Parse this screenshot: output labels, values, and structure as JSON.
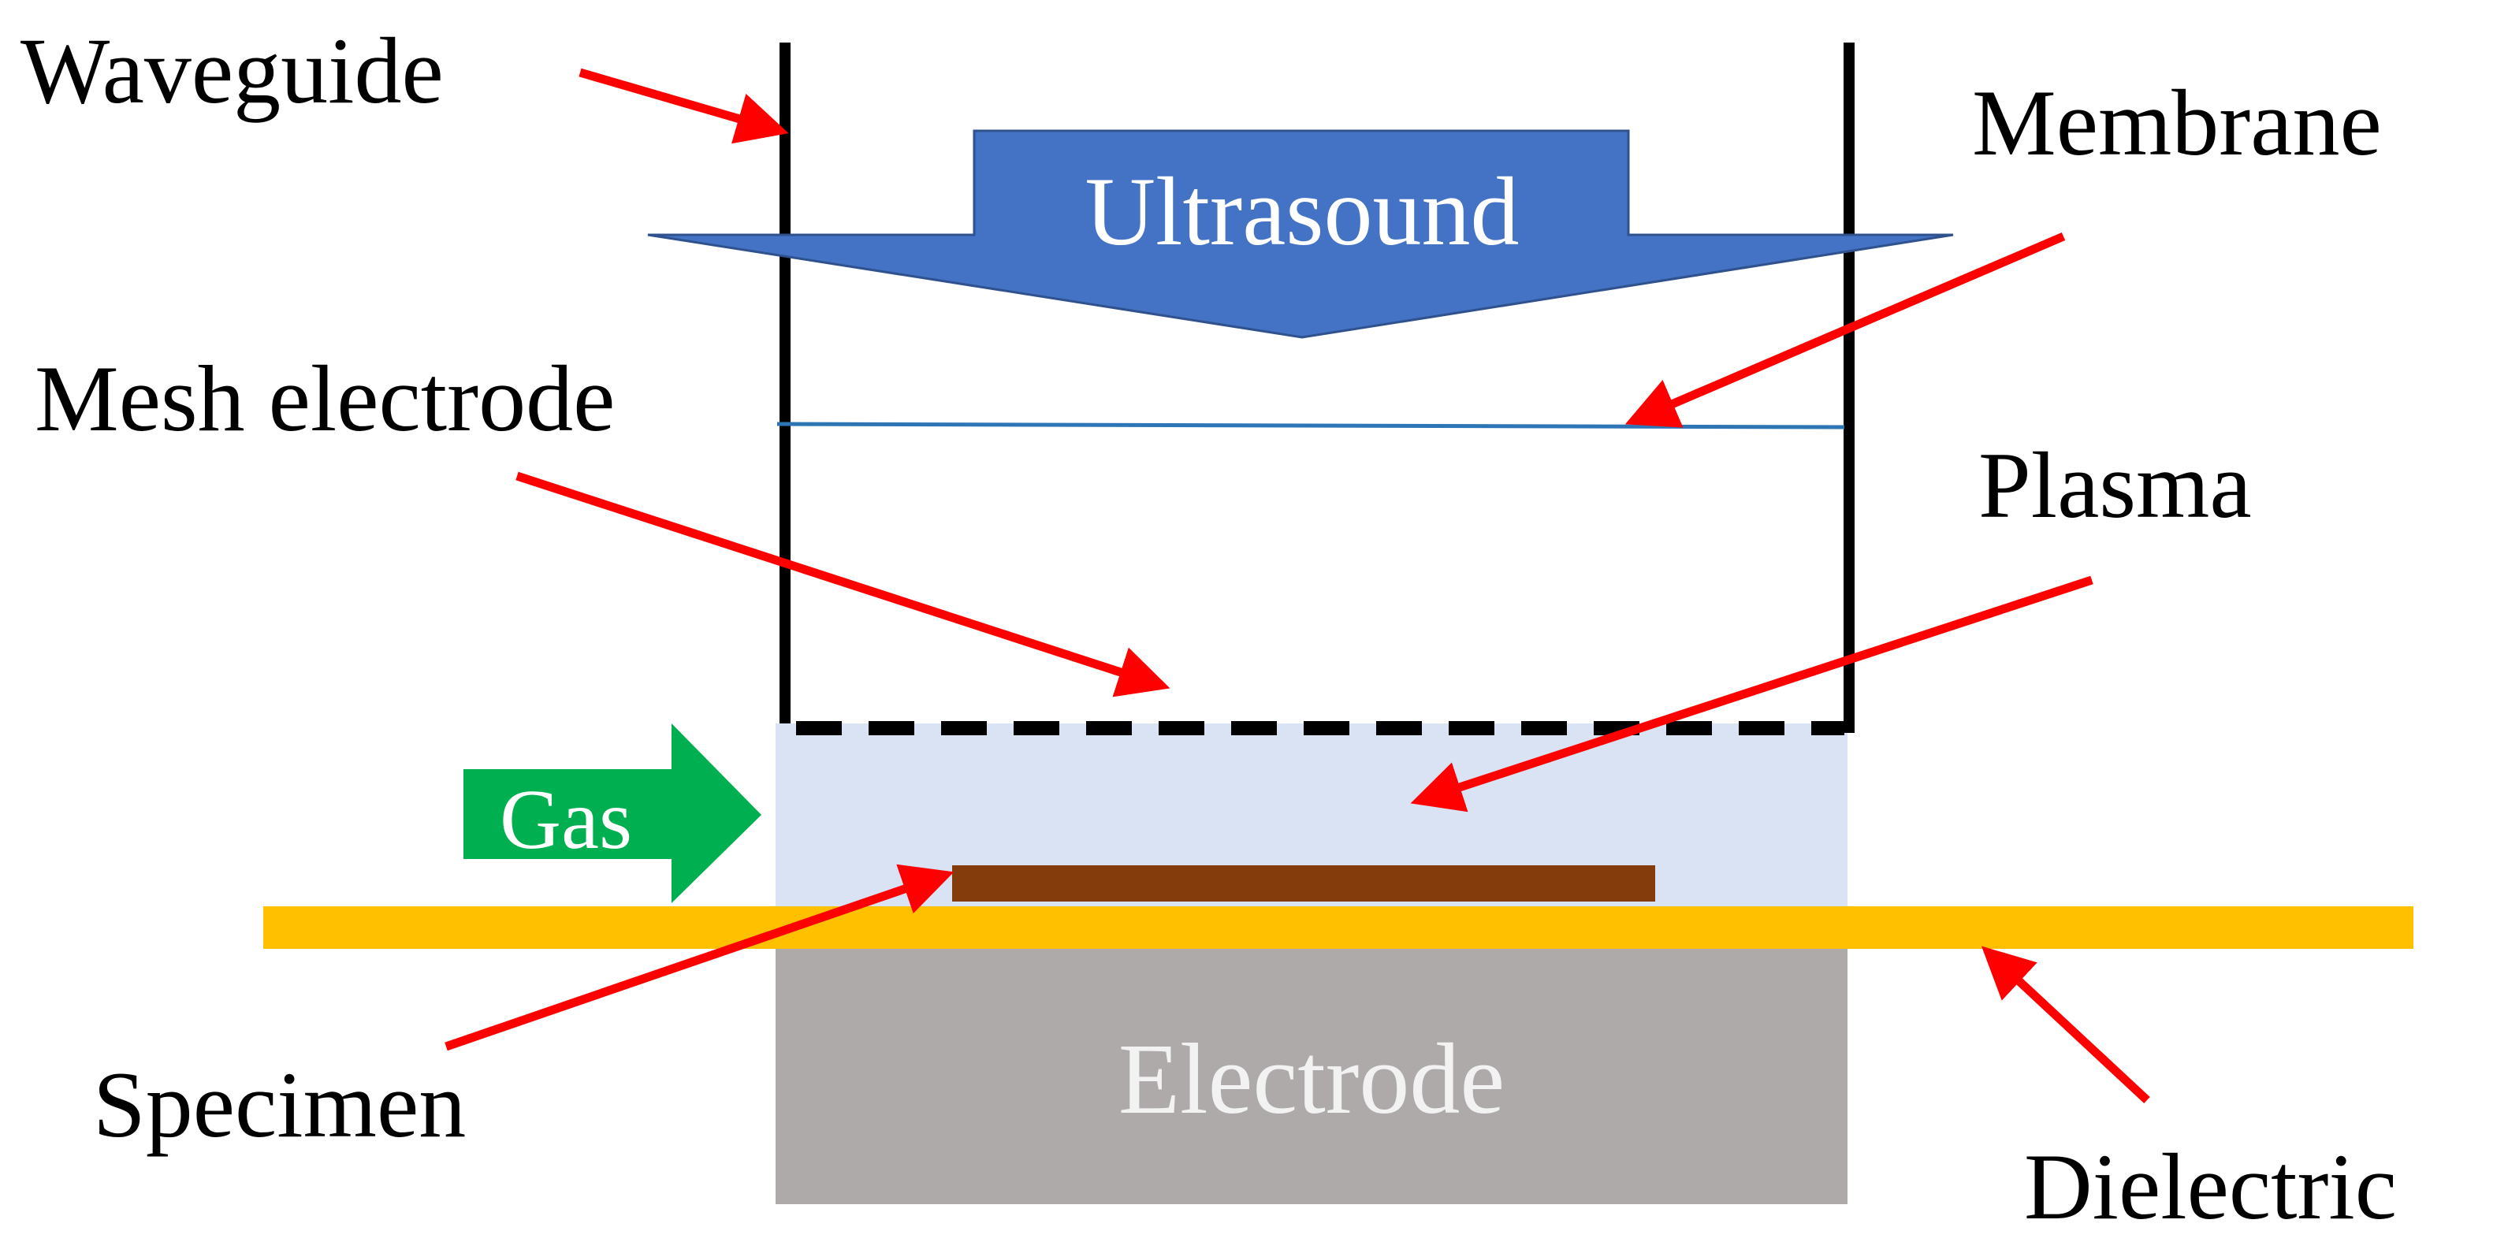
{
  "labels": {
    "waveguide": "Waveguide",
    "membrane": "Membrane",
    "ultrasound": "Ultrasound",
    "mesh_electrode": "Mesh electrode",
    "plasma": "Plasma",
    "gas": "Gas",
    "specimen": "Specimen",
    "electrode": "Electrode",
    "dielectric": "Dielectric"
  },
  "colors": {
    "ultrasound_arrow": "#4472C4",
    "gas_arrow": "#00B050",
    "plasma_region": "#DAE3F3",
    "specimen": "#843C0C",
    "dielectric": "#FFC000",
    "electrode": "#AEAAAA",
    "membrane": "#2E75B6",
    "pointer_arrows": "#FF0000",
    "walls": "#000000"
  }
}
